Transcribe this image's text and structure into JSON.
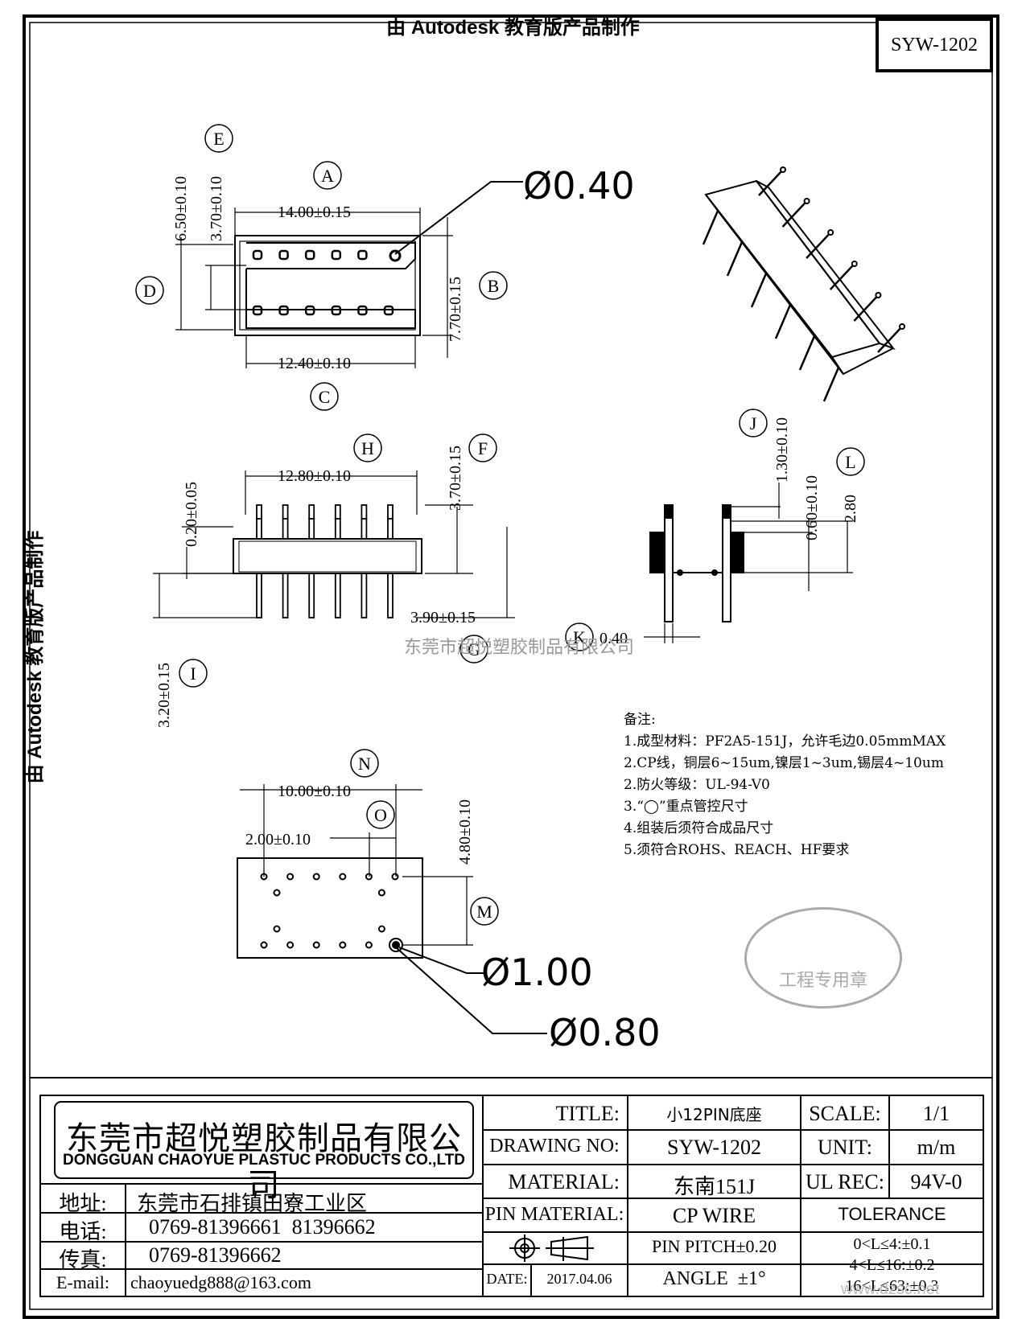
{
  "watermark_top": "由 Autodesk 教育版产品制作",
  "watermark_side": "由 Autodesk 教育版产品制作",
  "watermark_mid": "东莞市超悦塑胶制品有限公司",
  "drawing_code": "SYW-1202",
  "callouts": {
    "a": "A",
    "b": "B",
    "c": "C",
    "d": "D",
    "e": "E",
    "f": "F",
    "g": "G",
    "h": "H",
    "i": "I",
    "j": "J",
    "k": "K",
    "l": "L",
    "m": "M",
    "n": "N",
    "o": "O"
  },
  "dims": {
    "a": "14.00±0.15",
    "b": "7.70±0.15",
    "c": "12.40±0.10",
    "d": "6.50±0.10",
    "e": "3.70±0.10",
    "f": "3.70±0.15",
    "g": "3.90±0.15",
    "h": "12.80±0.10",
    "i": "3.20±0.15",
    "j": "1.30±0.10",
    "k": "0.40",
    "l": "2.80",
    "l2": "0.60±0.10",
    "h2": "0.20±0.05",
    "n": "10.00±0.10",
    "o": "2.00±0.10",
    "m": "4.80±0.10",
    "dia_040": "Ø0.40",
    "dia_100": "Ø1.00",
    "dia_080": "Ø0.80"
  },
  "notes": {
    "title": "备注:",
    "lines": [
      "1.成型材料：PF2A5-151J，允许毛边0.05mmMAX",
      "2.CP线，铜层6~15um,镍层1~3um,锡层4~10um",
      "2.防火等级：UL-94-V0",
      "3.“◯”重点管控尺寸",
      "4.组装后须符合成品尺寸",
      "5.须符合ROHS、REACH、HF要求"
    ]
  },
  "stamp": {
    "text": "工程专用章"
  },
  "title_block": {
    "company_cn": "东莞市超悦塑胶制品有限公司",
    "company_en": "DONGGUAN CHAOYUE PLASTUC PRODUCTS CO.,LTD",
    "address_label": "地址:",
    "address": "东莞市石排镇田寮工业区",
    "phone_label": "电话:",
    "phone": "0769-81396661  81396662",
    "fax_label": "传真:",
    "fax": "0769-81396662",
    "email_label": "E-mail:",
    "email": "chaoyuedg888@163.com",
    "title_label": "TITLE:",
    "title_value": "小12PIN底座",
    "drawing_no_label": "DRAWING NO:",
    "drawing_no": "SYW-1202",
    "material_label": "MATERIAL:",
    "material": "东南151J",
    "pin_material_label": "PIN MATERIAL:",
    "pin_material": "CP WIRE",
    "pin_pitch": "PIN PITCH±0.20",
    "angle": "ANGLE  ±1°",
    "date_label": "DATE:",
    "date": "2017.04.06",
    "scale_label": "SCALE:",
    "scale": "1/1",
    "unit_label": "UNIT:",
    "unit": "m/m",
    "ul_label": "UL REC:",
    "ul": "94V-0",
    "tolerance_label": "TOLERANCE",
    "tol1": "0<L≤4:±0.1",
    "tol2": "4<L≤16:±0.2",
    "tol3": "16<L≤63:±0.3"
  },
  "site": "www.dzsc.net"
}
